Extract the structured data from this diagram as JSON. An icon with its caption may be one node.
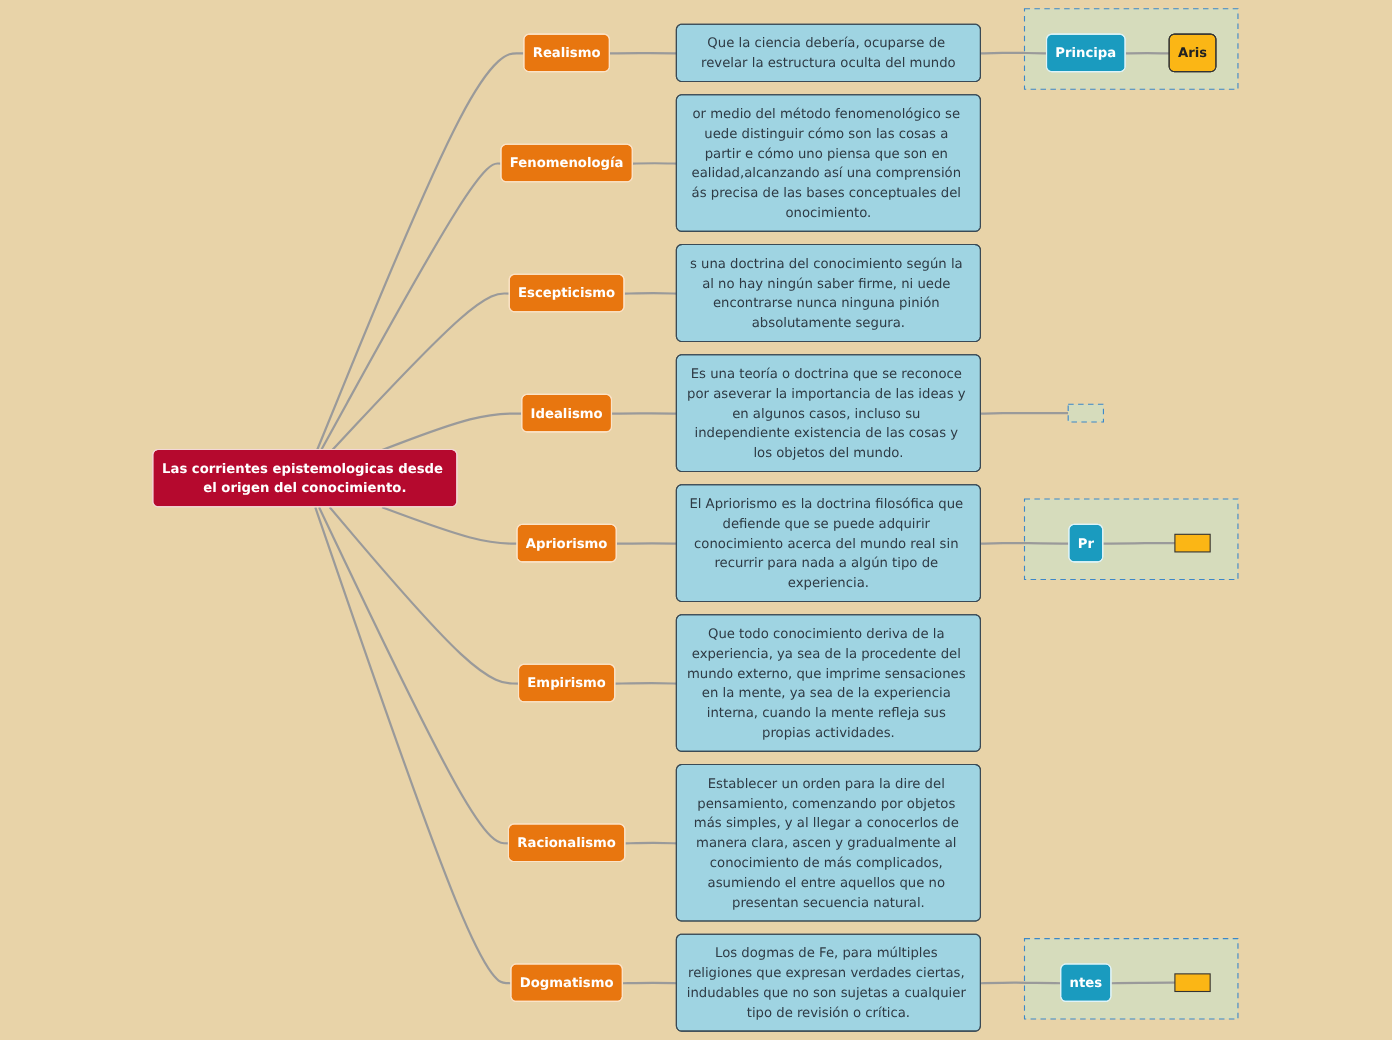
{
  "diagram": {
    "nodes": [
      {
        "text": [
          "Las corrientes epistemologicas desde el origen del conocimiento."
        ]
      },
      {
        "text": [
          "Idealismo"
        ]
      },
      {
        "text": [
          "Es una teoría o doctrina que se reconoce por aseverar la importancia de las ideas y en algunos casos, incluso su independiente existencia de las cosas y los objetos del mundo."
        ]
      },
      {
        "text": [],
        "shape": "box"
      },
      {
        "text": [
          "Fenomenología"
        ]
      },
      {
        "text": [
          "or medio del método fenomenológico se uede distinguir cómo son las cosas a partir e cómo uno piensa que son en ealidad,alcanzando así una comprensión ás precisa de las bases conceptuales del onocimiento."
        ]
      },
      {
        "text": [
          "Escepticismo"
        ]
      },
      {
        "text": [
          "s una doctrina del conocimiento según la al no hay ningún saber firme, ni uede encontrarse nunca ninguna pinión absolutamente segura."
        ]
      },
      {
        "text": [
          "Dogmatismo"
        ]
      },
      {
        "text": [
          "Los dogmas de Fe, para múltiples religiones que expresan verdades ciertas, indudables que no son sujetas a cualquier tipo de revisión o crítica."
        ]
      },
      {
        "text": [],
        "shape": "box"
      },
      {
        "text": [
          "ntes"
        ],
        "in": 10
      },
      {
        "text": [],
        "shape": "box",
        "in": 10
      },
      {
        "text": [
          "Apriorismo"
        ]
      },
      {
        "text": [
          "El Apriorismo es la doctrina filosófica que defiende que se puede adquirir conocimiento acerca del mundo real sin recurrir para nada a algún tipo de experiencia."
        ]
      },
      {
        "text": [],
        "shape": "box"
      },
      {
        "text": [
          "Pr"
        ],
        "in": 15
      },
      {
        "text": [],
        "shape": "box",
        "in": 15
      },
      {
        "text": [
          "Empirismo"
        ]
      },
      {
        "text": [
          "Que todo conocimiento deriva de la experiencia, ya sea de la procedente del mundo externo, que imprime sensaciones en la mente, ya sea de la experiencia interna, cuando la mente refleja sus propias actividades."
        ]
      },
      {
        "text": [
          "Racionalismo"
        ]
      },
      {
        "text": [
          "Establecer un orden para la dire del pensamiento, comenzando por objetos más simples, y al llegar a conocerlos de manera clara, ascen y gradualmente al conocimiento de más complicados, asumiendo el entre aquellos que no presentan secuencia natural."
        ]
      },
      {
        "text": [
          "Realismo"
        ]
      },
      {
        "text": [
          "Que la ciencia debería, ocuparse de revelar la estructura oculta del mundo"
        ]
      },
      {
        "text": [],
        "shape": "box"
      },
      {
        "text": [
          "Principa"
        ],
        "in": 24
      },
      {
        "text": [
          "Aris"
        ],
        "in": 24
      }
    ],
    "edges": [
      {
        "from": 0,
        "to": 1,
        "arrow": "none"
      },
      {
        "from": 1,
        "to": 2,
        "arrow": "none"
      },
      {
        "from": 2,
        "to": 3,
        "arrow": "none"
      },
      {
        "from": 0,
        "to": 4,
        "arrow": "none"
      },
      {
        "from": 4,
        "to": 5,
        "arrow": "none"
      },
      {
        "from": 0,
        "to": 6,
        "arrow": "none"
      },
      {
        "from": 6,
        "to": 7,
        "arrow": "none"
      },
      {
        "from": 0,
        "to": 8,
        "arrow": "none"
      },
      {
        "from": 8,
        "to": 9,
        "arrow": "none"
      },
      {
        "from": 9,
        "to": 11,
        "arrow": "none"
      },
      {
        "from": 11,
        "to": 12,
        "arrow": "none"
      },
      {
        "from": 0,
        "to": 13,
        "arrow": "none"
      },
      {
        "from": 13,
        "to": 14,
        "arrow": "none"
      },
      {
        "from": 14,
        "to": 16,
        "arrow": "none"
      },
      {
        "from": 16,
        "to": 17,
        "arrow": "none"
      },
      {
        "from": 0,
        "to": 18,
        "arrow": "none"
      },
      {
        "from": 18,
        "to": 19,
        "arrow": "none"
      },
      {
        "from": 0,
        "to": 20,
        "arrow": "none"
      },
      {
        "from": 20,
        "to": 21,
        "arrow": "none"
      },
      {
        "from": 0,
        "to": 22,
        "arrow": "none"
      },
      {
        "from": 22,
        "to": 23,
        "arrow": "none"
      },
      {
        "from": 23,
        "to": 25,
        "arrow": "none"
      },
      {
        "from": 25,
        "to": 26,
        "arrow": "none"
      }
    ]
  }
}
